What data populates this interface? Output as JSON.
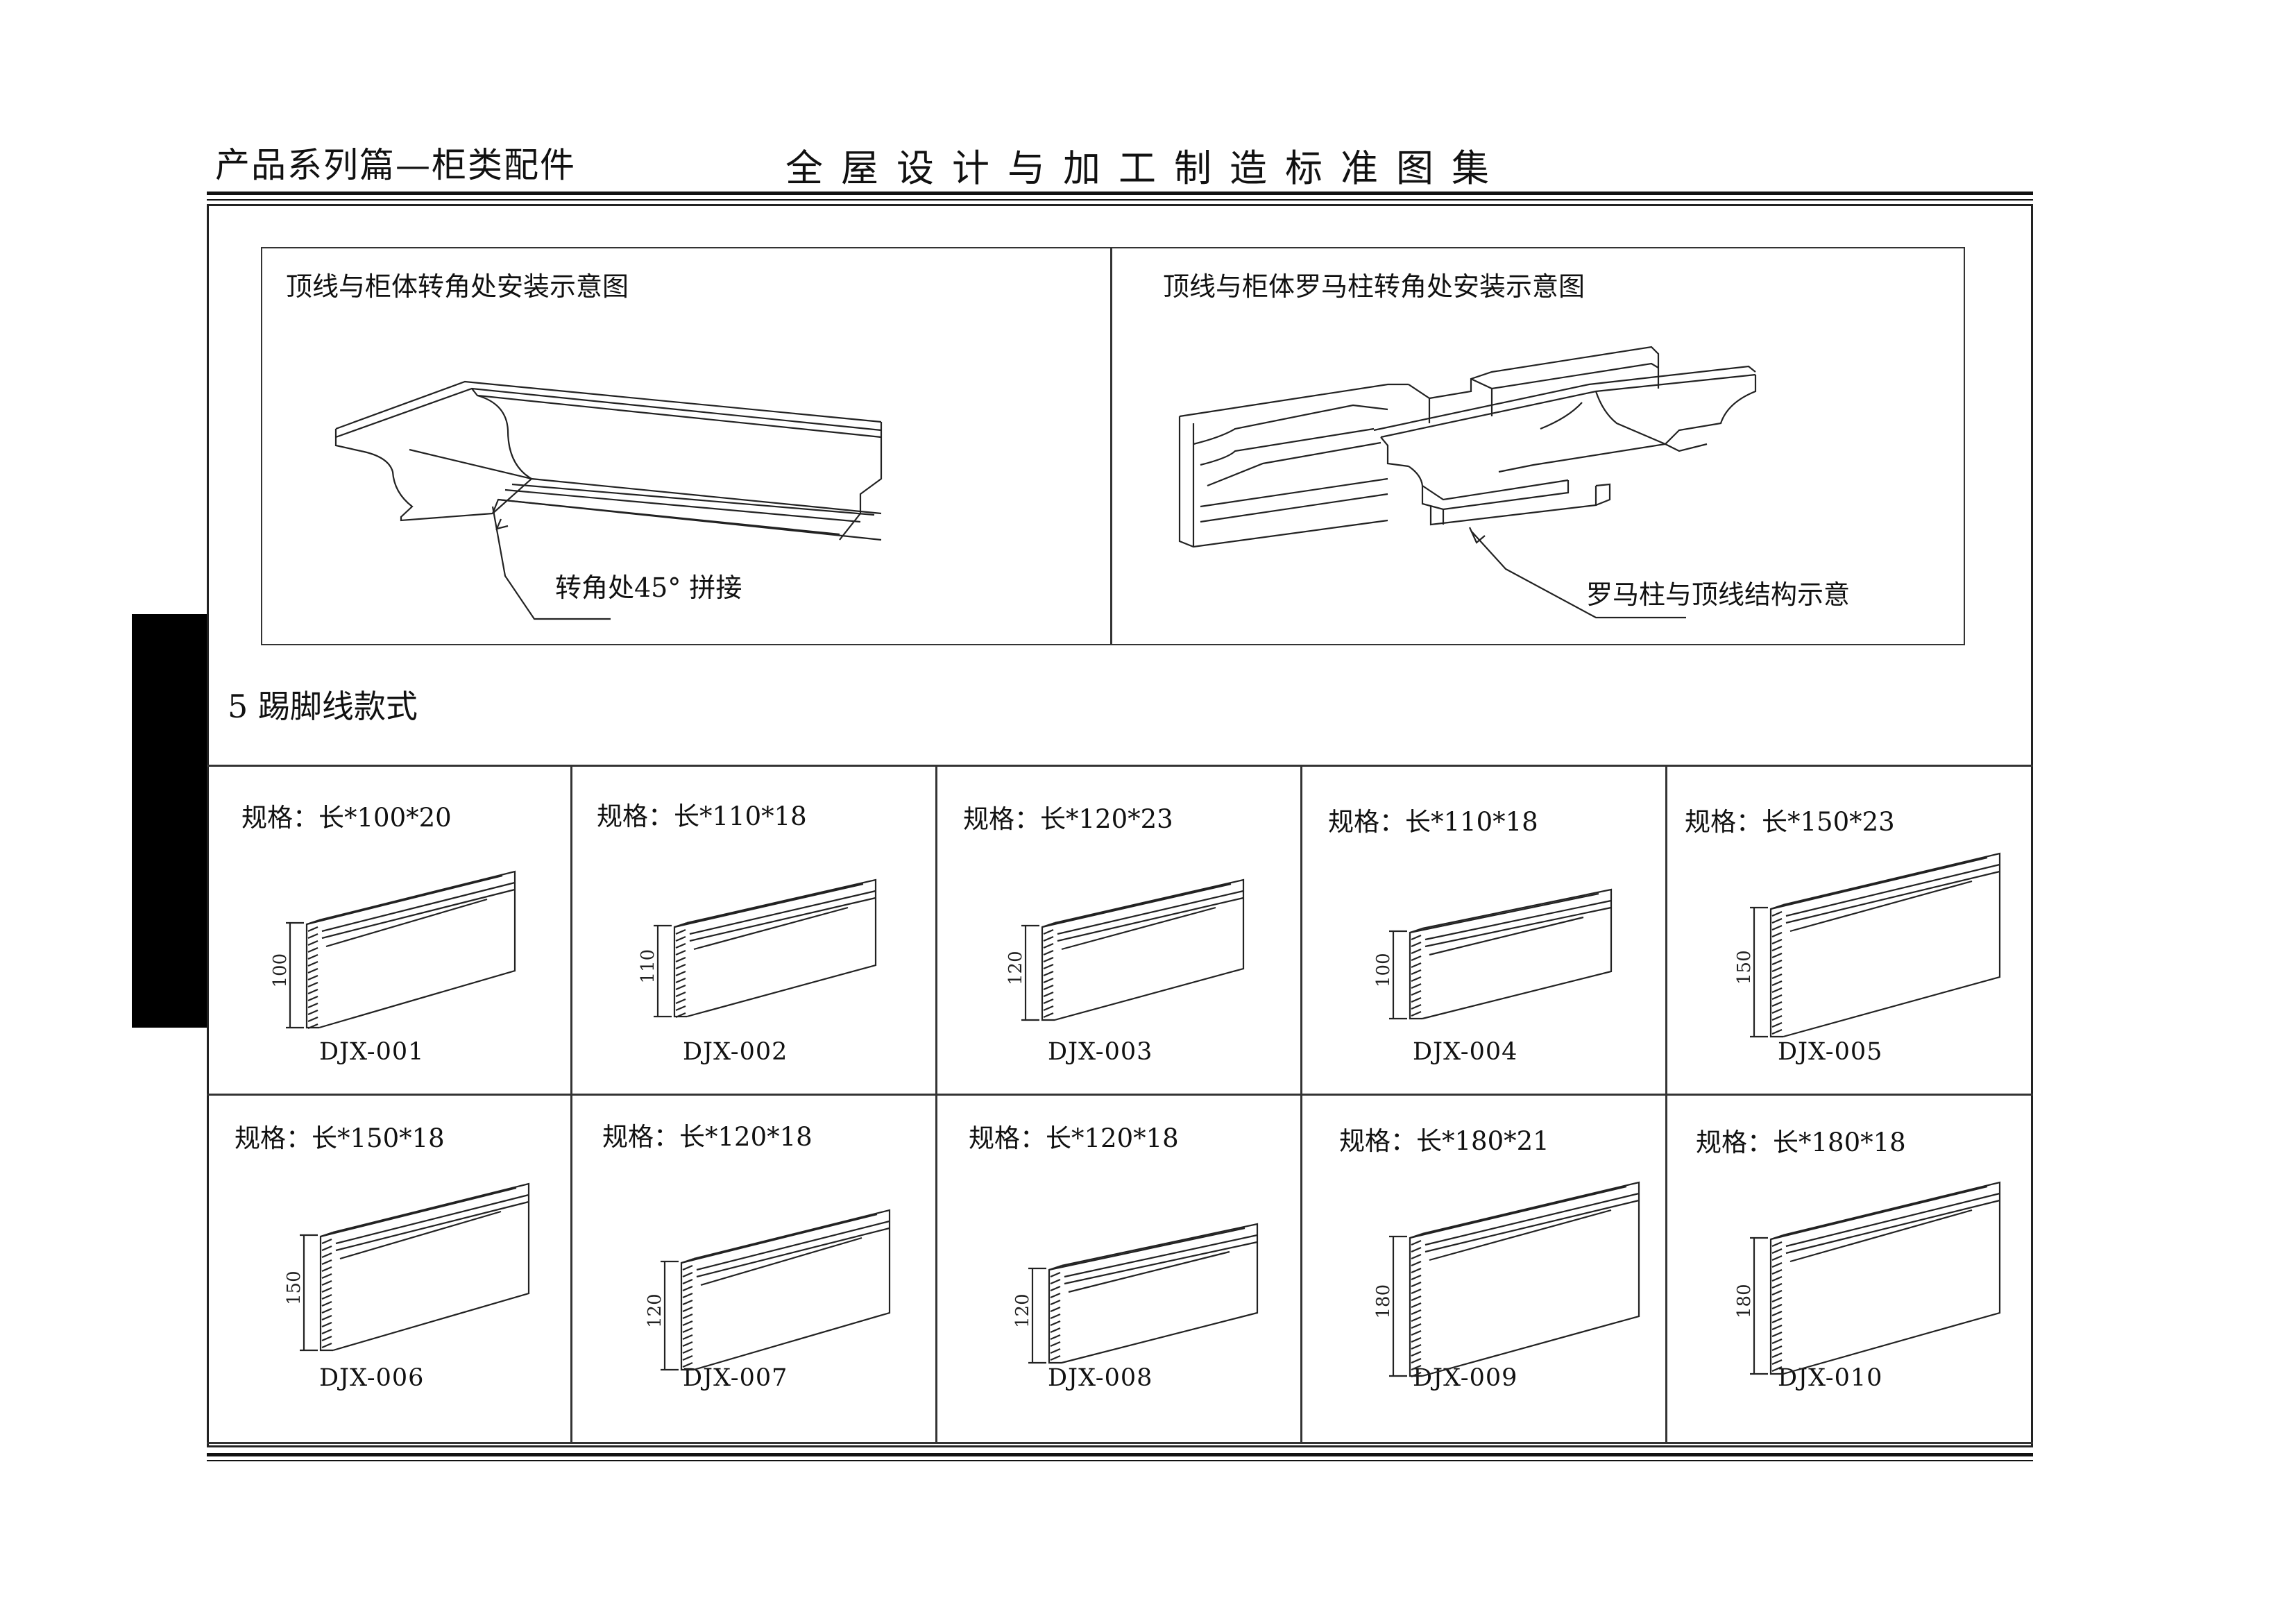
{
  "header": {
    "series": "产品系列篇—柜类配件",
    "atlas_title": "全屋设计与加工制造标准图集"
  },
  "top_diagrams": {
    "left": {
      "title": "顶线与柜体转角处安装示意图",
      "callout": "转角处45° 拼接"
    },
    "right": {
      "title": "顶线与柜体罗马柱转角处安装示意图",
      "callout": "罗马柱与顶线结构示意"
    }
  },
  "section": {
    "title": "5 踢脚线款式"
  },
  "profiles": [
    {
      "spec": "规格：长*100*20",
      "code": "DJX-001",
      "height_label": "100"
    },
    {
      "spec": "规格：长*110*18",
      "code": "DJX-002",
      "height_label": "110"
    },
    {
      "spec": "规格：长*120*23",
      "code": "DJX-003",
      "height_label": "120"
    },
    {
      "spec": "规格：长*110*18",
      "code": "DJX-004",
      "height_label": "100"
    },
    {
      "spec": "规格：长*150*23",
      "code": "DJX-005",
      "height_label": "150"
    },
    {
      "spec": "规格：长*150*18",
      "code": "DJX-006",
      "height_label": "150"
    },
    {
      "spec": "规格：长*120*18",
      "code": "DJX-007",
      "height_label": "120"
    },
    {
      "spec": "规格：长*120*18",
      "code": "DJX-008",
      "height_label": "120"
    },
    {
      "spec": "规格：长*180*21",
      "code": "DJX-009",
      "height_label": "180"
    },
    {
      "spec": "规格：长*180*18",
      "code": "DJX-010",
      "height_label": "180"
    }
  ]
}
